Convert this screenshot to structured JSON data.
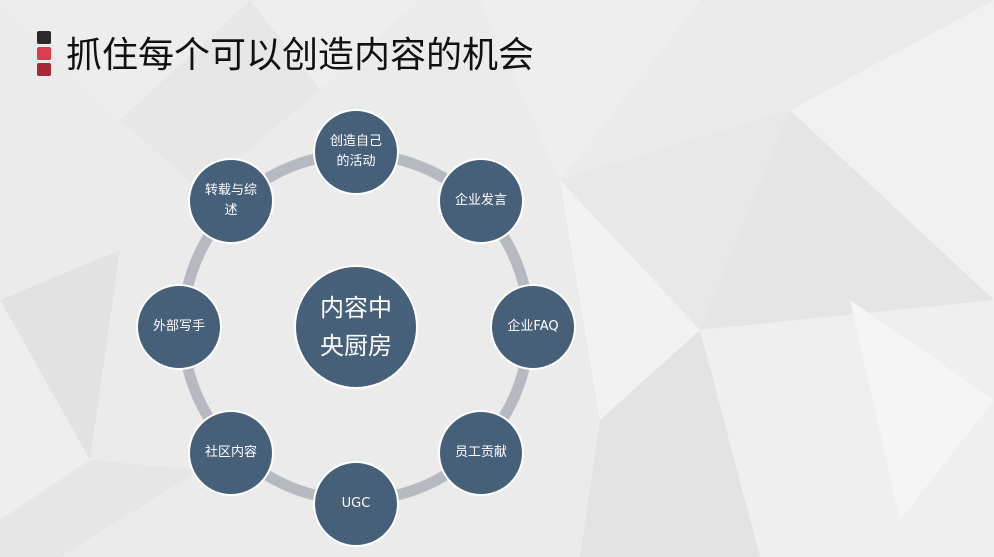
{
  "slide": {
    "title": "抓住每个可以创造内容的机会"
  },
  "diagram": {
    "center": "内容中央厨房",
    "nodes": [
      "创造自己的活动",
      "企业发言",
      "企业FAQ",
      "员工贡献",
      "UGC",
      "社区内容",
      "外部写手",
      "转载与综述"
    ]
  },
  "colors": {
    "node_fill": "#47607a",
    "ring": "#b6b9bf",
    "accent_dark": "#2a2a2a",
    "accent_red": "#e03a4c",
    "accent_crimson": "#a8263a"
  }
}
